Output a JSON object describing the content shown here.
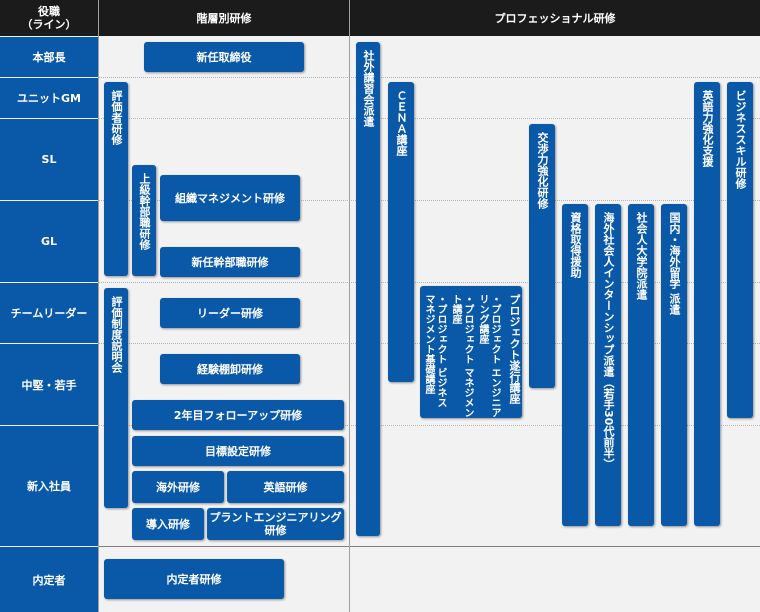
{
  "headers": {
    "role_line1": "役職",
    "role_line2": "（ライン）",
    "tiered": "階層別研修",
    "professional": "プロフェッショナル研修"
  },
  "roles": {
    "division_head": "本部長",
    "unit_gm": "ユニットGM",
    "sl": "SL",
    "gl": "GL",
    "team_leader": "チームリーダー",
    "mid_young": "中堅・若手",
    "new_hire": "新入社員",
    "prospective": "内定者"
  },
  "tiered": {
    "new_director": "新任取締役",
    "evaluator_training": "評価者研修",
    "senior_exec_training": "上級幹部職研修",
    "org_management": "組織マネジメント研修",
    "new_exec": "新任幹部職研修",
    "eval_system_briefing": "評価制度説明会",
    "leader": "リーダー研修",
    "inventory": "経験棚卸研修",
    "second_year": "2年目フォローアップ研修",
    "goal_setting": "目標設定研修",
    "overseas": "海外研修",
    "english": "英語研修",
    "intro": "導入研修",
    "plant_eng_line1": "プラントエンジニアリング",
    "plant_eng_line2": "研修",
    "prospective_training": "内定者研修"
  },
  "professional": {
    "external_dispatch": "社外講習会派遣",
    "cena": "ＣＥＮＡ講座",
    "project_exec_title": "プロジェクト遂行講座",
    "project_exec_sub1": "・プロジェクト エンジニアリング講座",
    "project_exec_sub2": "・プロジェクト マネジメント講座",
    "project_exec_sub3": "・プロジェクト ビジネス マネジメント基礎講座",
    "negotiation": "交渉力強化研修",
    "certification": "資格取得援助",
    "internship": "海外社会人インターンシップ派遣（若手30代前半）",
    "grad_school": "社会人大学院派遣",
    "study_abroad": "国内・海外留学 派遣",
    "english_support": "英語力強化支援",
    "business_skills": "ビジネススキル研修"
  }
}
